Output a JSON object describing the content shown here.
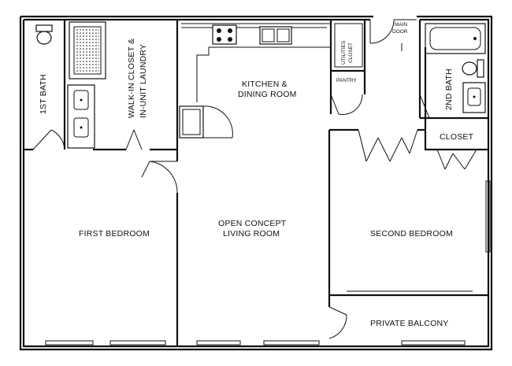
{
  "floorplan": {
    "rooms": {
      "first_bath": "1ST BATH",
      "walk_in_line1": "WALK-IN CLOSET &",
      "walk_in_line2": "IN-UNIT LAUNDRY",
      "kitchen_line1": "KITCHEN &",
      "kitchen_line2": "DINING ROOM",
      "utilities_line1": "UTILITIES",
      "utilities_line2": "CLOSET",
      "pantry": "PANTRY",
      "main_door_line1": "MAIN",
      "main_door_line2": "DOOR",
      "second_bath": "2ND BATH",
      "closet": "CLOSET",
      "first_bedroom": "FIRST BEDROOM",
      "living_line1": "OPEN CONCEPT",
      "living_line2": "LIVING ROOM",
      "second_bedroom": "SECOND BEDROOM",
      "balcony": "PRIVATE BALCONY"
    }
  }
}
